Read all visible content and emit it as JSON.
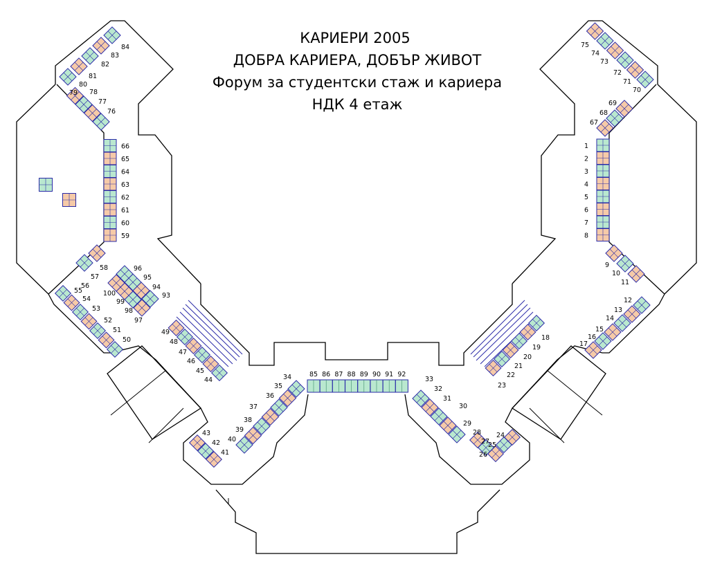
{
  "title": {
    "line1": "КАРИЕРИ 2005",
    "line2": "ДОБРА КАРИЕРА, ДОБЪР ЖИВОТ",
    "line3": "Форум за студентски стаж и кариера",
    "line4": "НДК  4 етаж"
  },
  "colors": {
    "booth_green": "#b9e8cf",
    "booth_peach": "#f6caa8",
    "booth_border": "#2a2aa8",
    "wall": "#000000"
  },
  "booths": [
    "1",
    "2",
    "3",
    "4",
    "5",
    "6",
    "7",
    "8",
    "9",
    "10",
    "11",
    "12",
    "13",
    "14",
    "15",
    "16",
    "17",
    "18",
    "19",
    "20",
    "21",
    "22",
    "23",
    "24",
    "25",
    "26",
    "27",
    "28",
    "29",
    "30",
    "31",
    "32",
    "33",
    "34",
    "35",
    "36",
    "37",
    "38",
    "39",
    "40",
    "41",
    "42",
    "43",
    "44",
    "45",
    "46",
    "47",
    "48",
    "49",
    "50",
    "51",
    "52",
    "53",
    "54",
    "55",
    "56",
    "57",
    "58",
    "59",
    "60",
    "61",
    "62",
    "63",
    "64",
    "65",
    "66",
    "67",
    "68",
    "69",
    "70",
    "71",
    "72",
    "73",
    "74",
    "75",
    "76",
    "77",
    "78",
    "79",
    "80",
    "81",
    "82",
    "83",
    "84",
    "85",
    "86",
    "87",
    "88",
    "89",
    "90",
    "91",
    "92",
    "93",
    "94",
    "95",
    "96",
    "97",
    "98",
    "99",
    "100"
  ]
}
